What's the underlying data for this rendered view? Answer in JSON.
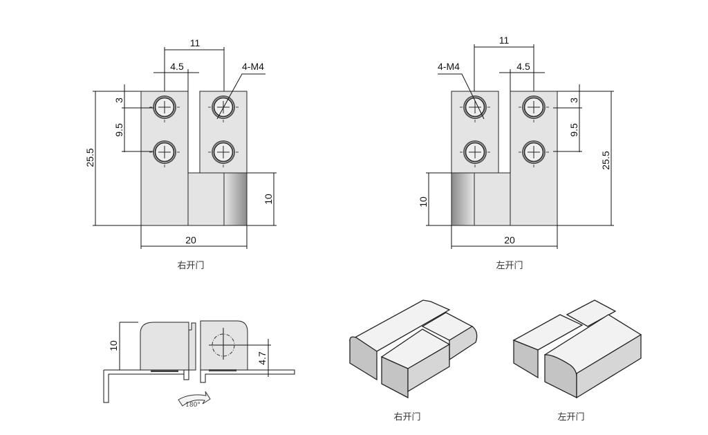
{
  "front_view_right": {
    "dim_spacing": "11",
    "dim_offset": "4.5",
    "thread_label": "4-M4",
    "dim_top": "3",
    "dim_pitch": "9.5",
    "dim_height": "25.5",
    "dim_base": "10",
    "dim_width": "20",
    "caption": "右开门"
  },
  "front_view_left": {
    "dim_spacing": "11",
    "dim_offset": "4.5",
    "thread_label": "4-M4",
    "dim_top": "3",
    "dim_pitch": "9.5",
    "dim_height": "25.5",
    "dim_base": "10",
    "dim_width": "20",
    "caption": "左开门"
  },
  "side_view": {
    "dim_height": "10",
    "dim_hole": "4.7",
    "rotation_label": "180°"
  },
  "iso_right": {
    "caption": "右开门"
  },
  "iso_left": {
    "caption": "左开门"
  },
  "colors": {
    "part_fill": "#e4e4e4",
    "line": "#111111",
    "shade": "#b0b0b0"
  }
}
